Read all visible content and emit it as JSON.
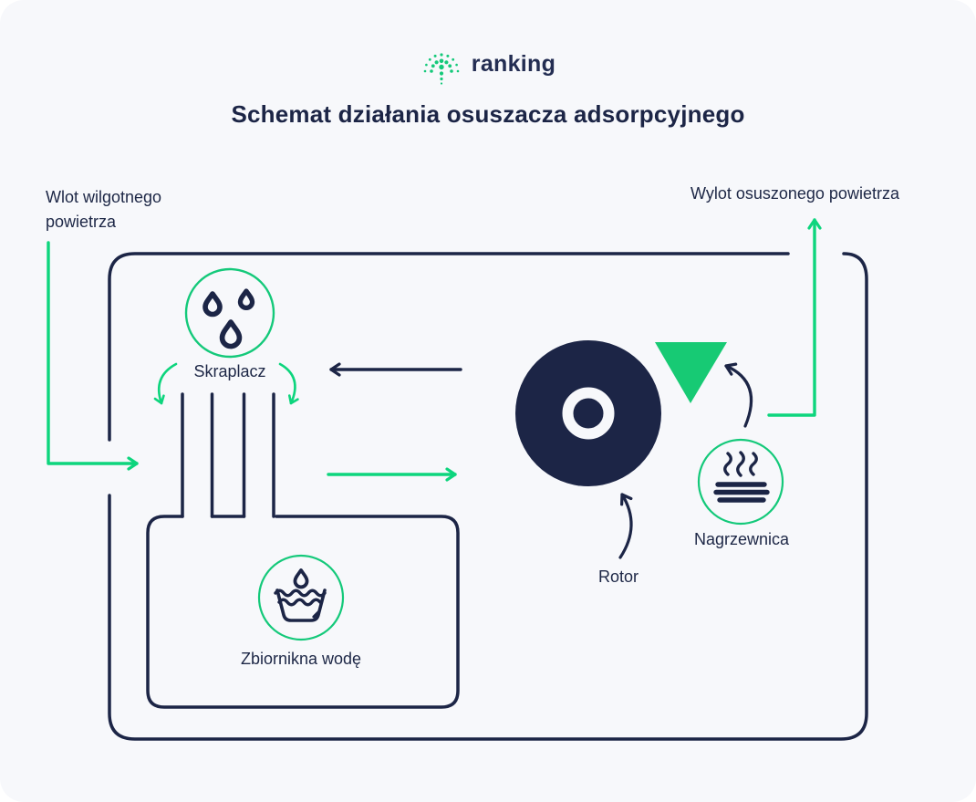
{
  "colors": {
    "navy": "#1c2546",
    "green": "#14c97a",
    "green_bright": "#0dd57d",
    "card_bg": "#f7f8fb",
    "page_bg": "#ffffff"
  },
  "logo": {
    "brand": "ranking",
    "icon": "dot-burst"
  },
  "title": "Schemat działania osuszacza adsorpcyjnego",
  "flow_labels": {
    "inlet": "Wlot wilgotnego powietrza",
    "outlet": "Wylot osuszonego powietrza"
  },
  "components": {
    "condenser": "Skraplacz",
    "water_tank": "Zbiornikna wodę",
    "rotor": "Rotor",
    "heater": "Nagrzewnica"
  },
  "icons": {
    "condenser": "water-drops",
    "water_tank": "drop-in-basin",
    "heater": "heat-element",
    "rotor": "dark-disc-with-ring",
    "filter": "green-triangle"
  }
}
